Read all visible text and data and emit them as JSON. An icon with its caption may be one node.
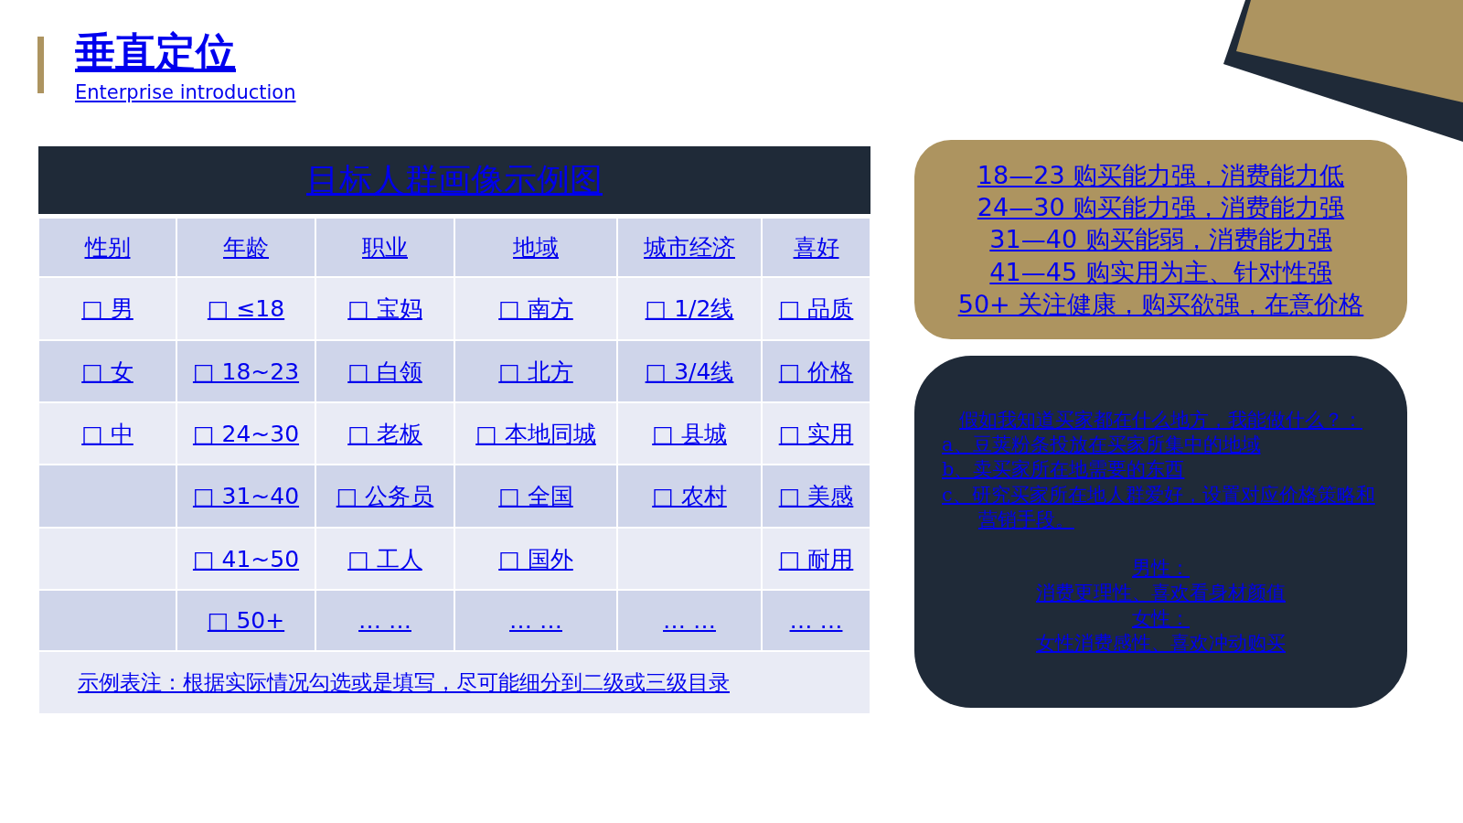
{
  "diagram": {
    "title": "垂直定位",
    "nodes": [
      {
        "text": [
          "18—23 购买能力强，消费能力低",
          "24—30 购买能力强，消费能力强",
          "31—40 购买能弱，消费能力强",
          "41—45 购实用为主、针对性强",
          "50+ 关注健康，购买欲强，在意价格"
        ]
      },
      {
        "text": [
          "假如我知道买家都在什么地方，我能做什么？：",
          "a、豆荚粉条投放在买家所集中的地域",
          "b、卖买家所在地需要的东西",
          "c、研究买家所在地人群爱好，设置对应价格策略和营销手段。",
          "男性：",
          "消费更理性、喜欢看身材颜值",
          "女性：",
          "女性消费感性、喜欢冲动购买"
        ]
      }
    ],
    "labels": [
      "Enterprise introduction",
      "目标人群画像示例图",
      "性别",
      "年龄",
      "职业",
      "地域",
      "城市经济",
      "喜好",
      "□ 男",
      "□ ≤18",
      "□ 宝妈",
      "□ 南方",
      "□ 1/2线",
      "□ 品质",
      "□ 女",
      "□ 18~23",
      "□ 白领",
      "□ 北方",
      "□ 3/4线",
      "□ 价格",
      "□ 中",
      "□ 24~30",
      "□ 老板",
      "□ 本地同城",
      "□ 县城",
      "□ 实用",
      "□ 31~40",
      "□ 公务员",
      "□ 全国",
      "□ 农村",
      "□ 美感",
      "□ 41~50",
      "□ 工人",
      "□ 国外",
      "□ 耐用",
      "□ 50+",
      "… …",
      "… …",
      "… …",
      "… …",
      "示例表注：根据实际情况勾选或是填写，尽可能细分到二级或三级目录"
    ]
  }
}
